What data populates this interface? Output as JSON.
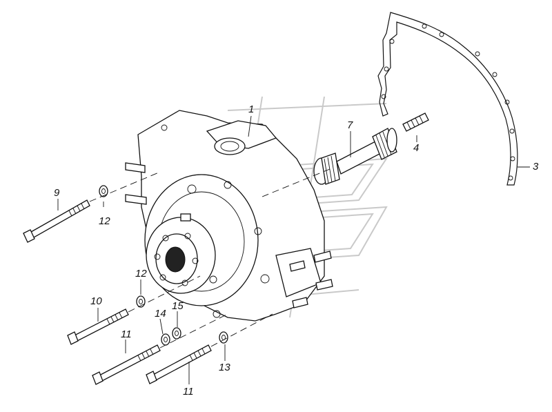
{
  "diagram": {
    "callouts": {
      "c1": "1",
      "c3": "3",
      "c4": "4",
      "c7": "7",
      "c9": "9",
      "c10": "10",
      "c11a": "11",
      "c11b": "11",
      "c12a": "12",
      "c12b": "12",
      "c13": "13",
      "c14": "14",
      "c15": "15"
    }
  }
}
